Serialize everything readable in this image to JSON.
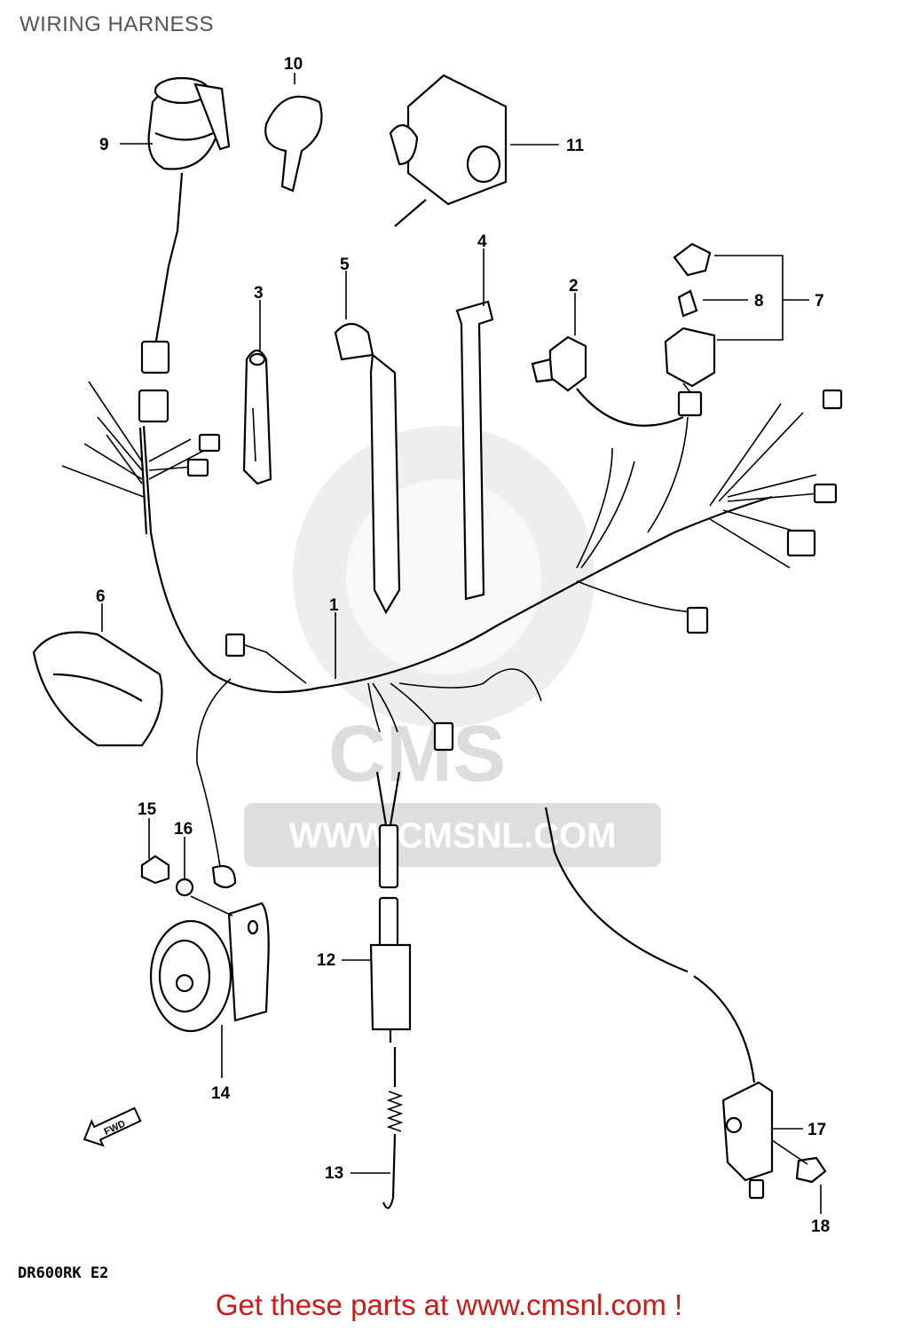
{
  "page": {
    "title": "WIRING HARNESS",
    "model_code": "DR600RK E2",
    "watermark_url": "WWW.CMSNL.COM",
    "watermark_logo": "CMS",
    "call_to_action": "Get these parts at www.cmsnl.com !",
    "call_to_action_color": "#d01818"
  },
  "callouts": [
    "1",
    "2",
    "3",
    "4",
    "5",
    "6",
    "7",
    "8",
    "9",
    "10",
    "11",
    "12",
    "13",
    "14",
    "15",
    "16",
    "17",
    "18"
  ],
  "direction_marker": {
    "label": "FWD",
    "icon": "arrow-left-icon"
  }
}
